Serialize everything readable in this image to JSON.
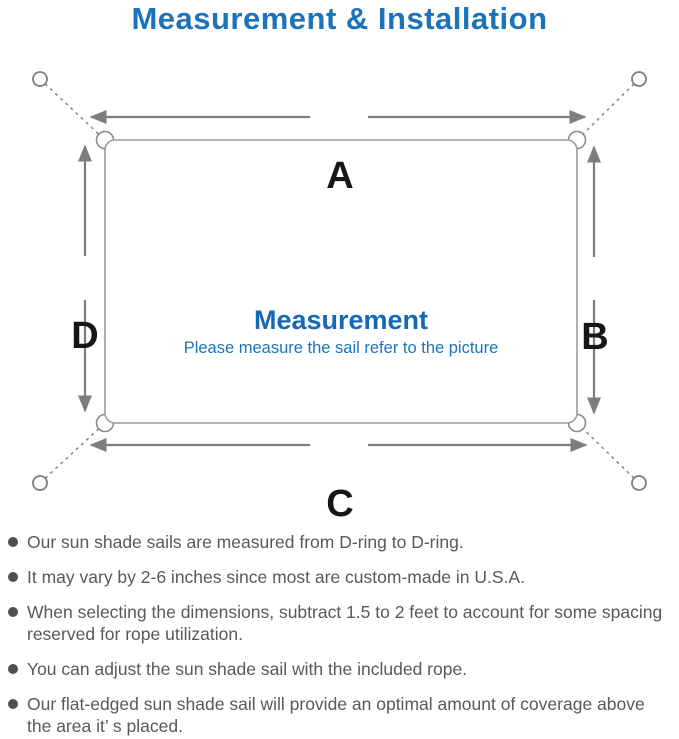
{
  "page": {
    "title": "Measurement & Installation"
  },
  "diagram": {
    "labels": {
      "top": "A",
      "right": "B",
      "bottom": "C",
      "left": "D"
    },
    "center": {
      "heading": "Measurement",
      "subheading": "Please measure the sail refer to the picture"
    },
    "colors": {
      "accent_blue": "#1b74bb",
      "center_blue": "#1569b4",
      "arrow_gray": "#7d7d7d",
      "sail_border_gray": "#9c9c9c",
      "note_text_gray": "#595959",
      "label_black": "#161616"
    }
  },
  "notes": {
    "items": [
      {
        "text": "Our sun shade sails are measured from D-ring to D-ring."
      },
      {
        "text": "It may vary by 2-6 inches since most are custom-made in U.S.A."
      },
      {
        "text": "When selecting the dimensions, subtract 1.5 to 2 feet to account for some spacing\nreserved for rope utilization."
      },
      {
        "text": "You can adjust the sun shade sail with the included rope."
      },
      {
        "text": "Our flat-edged sun shade sail will provide an optimal amount of coverage above\nthe area it’ s placed."
      }
    ]
  }
}
